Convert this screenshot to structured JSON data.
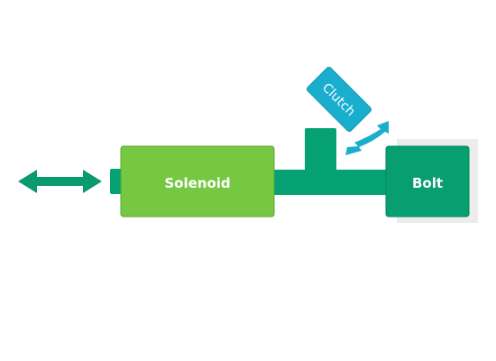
{
  "labels": {
    "solenoid": "Solenoid",
    "bolt": "Bolt",
    "clutch": "Clutch"
  },
  "colors": {
    "background": "#ffffff",
    "rod": "#06a276",
    "solenoid": "#76c843",
    "bolt": "#079e70",
    "clutch": "#19aece",
    "arrow_green": "#0a9a6e",
    "arrow_blue": "#19aece",
    "bolt_shadow": "#ececec"
  }
}
